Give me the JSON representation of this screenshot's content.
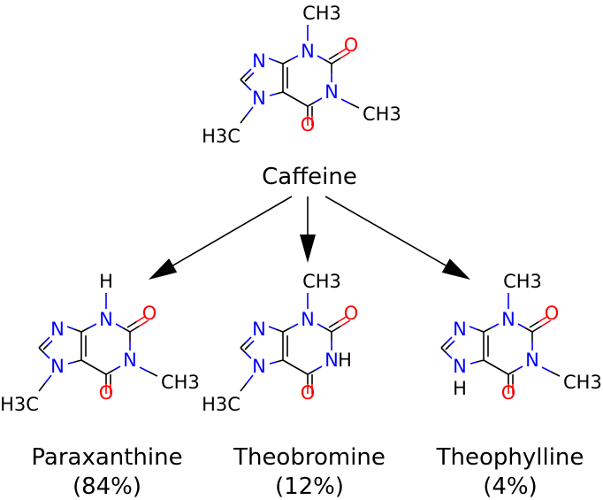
{
  "colors": {
    "nitrogen": "#0000ff",
    "oxygen": "#ff0000",
    "carbon": "#000000",
    "arrow": "#000000"
  },
  "parent": {
    "name": "Caffeine",
    "substituents": {
      "N3": "CH3",
      "N1": "CH3",
      "N7": "H3C"
    }
  },
  "metabolites": [
    {
      "name": "Paraxanthine",
      "percent": "(84%)",
      "substituents": {
        "N3": "H",
        "N1": "CH3",
        "N7": "H3C"
      }
    },
    {
      "name": "Theobromine",
      "percent": "(12%)",
      "substituents": {
        "N3": "CH3",
        "N1": "H",
        "N7": "H3C"
      }
    },
    {
      "name": "Theophylline",
      "percent": "(4%)",
      "substituents": {
        "N3": "CH3",
        "N1": "CH3",
        "N7": "H"
      }
    }
  ],
  "atoms": {
    "nitrogen": "N",
    "oxygen": "O"
  }
}
